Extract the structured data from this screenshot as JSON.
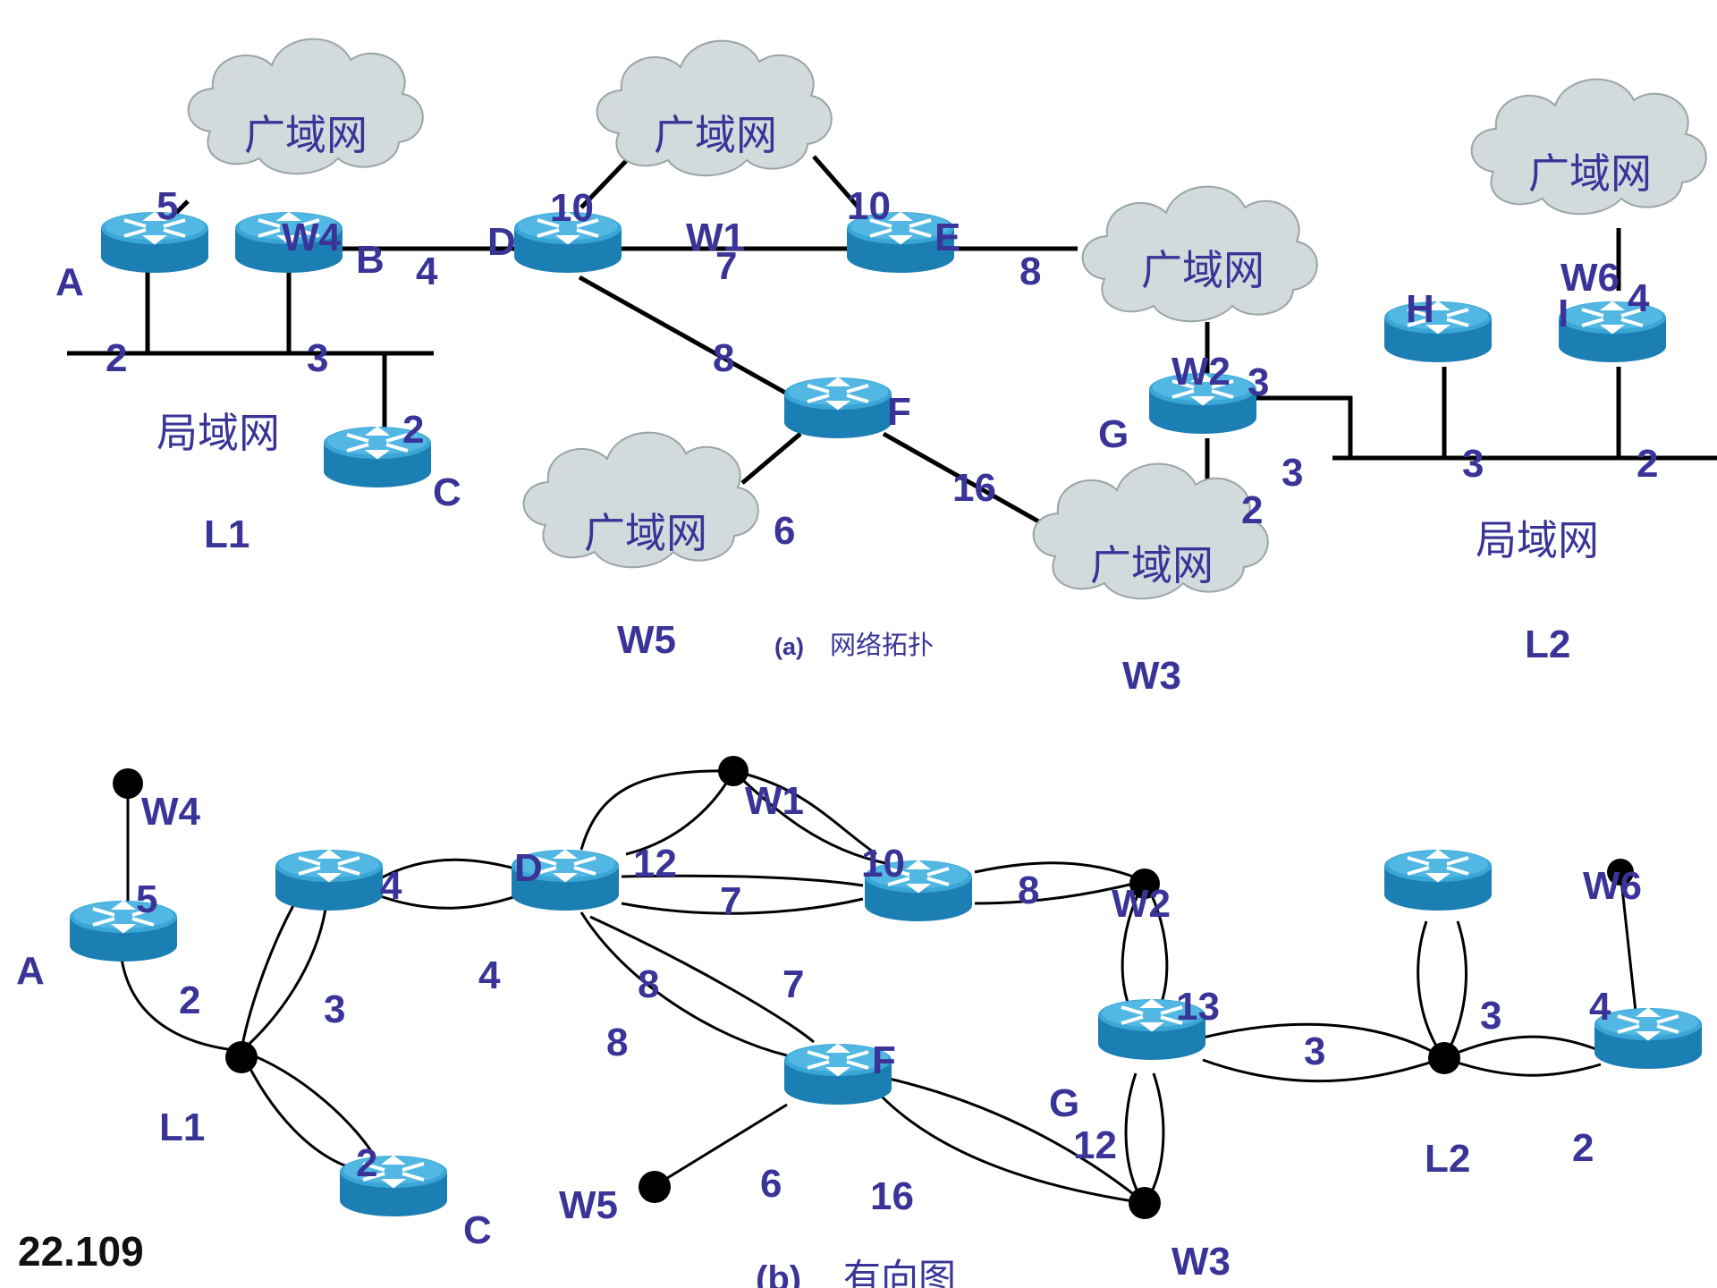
{
  "colors": {
    "label": "#3a3398",
    "router_top": "#3aa6d6",
    "router_side": "#1c7fb3",
    "cloud": "#d3dadc"
  },
  "top": {
    "cloud_label": "广域网",
    "lan_label": "局域网",
    "caption_a": "(a)",
    "caption_text": "网络拓扑",
    "routers": [
      "A",
      "B",
      "C",
      "D",
      "E",
      "F",
      "G",
      "H",
      "I"
    ],
    "wans": [
      "W1",
      "W2",
      "W3",
      "W4",
      "W5",
      "W6"
    ],
    "lans": [
      "L1",
      "L2"
    ],
    "costs": {
      "a_lan": "2",
      "b_lan": "3",
      "c_lan": "2",
      "a_w4": "5",
      "b_d": "4",
      "d_w1": "10",
      "d_e": "7",
      "e_w1": "10",
      "e_w2": "8",
      "d_f": "8",
      "f_w5": "6",
      "f_w3": "16",
      "g_w2": "3",
      "g_l2": "3",
      "g_w3": "2",
      "h_l2": "3",
      "i_l2": "2",
      "i_w6": "4"
    }
  },
  "bottom": {
    "caption_b": "(b)",
    "caption_text": "有向图",
    "slide_number": "22.109",
    "labels": {
      "w4": "W4",
      "a": "A",
      "a5": "5",
      "l1": "L1",
      "c": "C",
      "c2": "2",
      "ab_2": "2",
      "bl_3": "3",
      "bd_4": "4",
      "db_4": "4",
      "d12": "12",
      "d7": "7",
      "e10": "10",
      "e8": "8",
      "df_8": "8",
      "fd_8": "8",
      "fe_7": "7",
      "w1": "W1",
      "w2": "W2",
      "w5": "W5",
      "w3": "W3",
      "g": "G",
      "g13": "13",
      "g12": "12",
      "gl_3": "3",
      "f6": "6",
      "f16": "16",
      "hl_3": "3",
      "il_4": "4",
      "l2": "L2",
      "li_2": "2",
      "w6": "W6",
      "d_letter": "D",
      "f_letter": "F"
    }
  }
}
